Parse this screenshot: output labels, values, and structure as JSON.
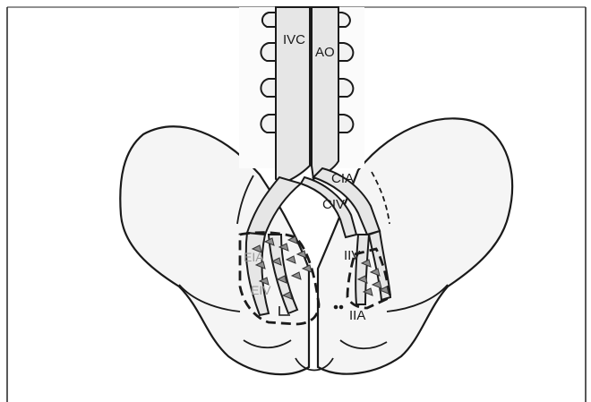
{
  "labels": {
    "ivc": "IVC",
    "ao": "AO",
    "cia": "CIA",
    "civ": "CIV",
    "eia": "EIA",
    "eiv": "EIV",
    "iiv": "IIV",
    "iia": "IIA"
  },
  "colors": {
    "outline": "#1a1a1a",
    "vessel": "#e6e6e6",
    "bone": "#f4f4f4",
    "node": "#8f8f8f"
  }
}
